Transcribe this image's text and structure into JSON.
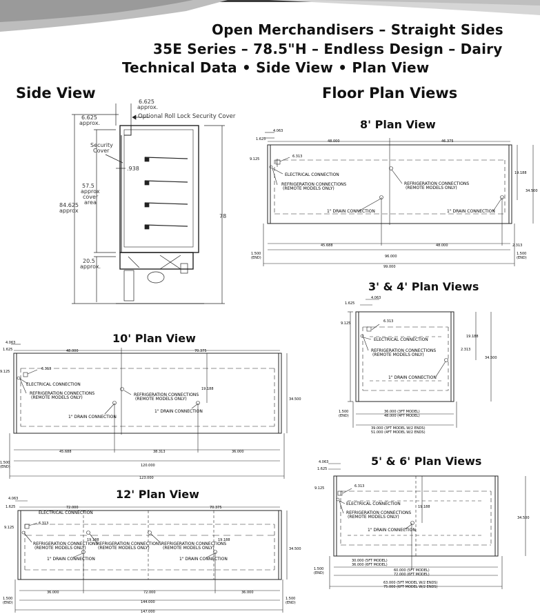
{
  "header": {
    "title_line1": "Open Merchandisers – Straight Sides",
    "title_line2": "35E Series – 78.5\"H – Endless Design – Dairy",
    "title_line3": "Technical Data • Side View • Plan View"
  },
  "sections": {
    "side_view": "Side View",
    "floor_plan_views": "Floor Plan Views",
    "plan8": "8' Plan View",
    "plan34": "3' & 4' Plan Views",
    "plan10": "10' Plan View",
    "plan12": "12' Plan View",
    "plan56": "5' & 6' Plan Views"
  },
  "side": {
    "d6625_top": "6.625",
    "approx_top": "approx.",
    "d6625_left": "6.625",
    "approx_left": "approx.",
    "cover_note": "Optional Roll Lock Security Cover",
    "security": "Security",
    "cover": "Cover",
    "d938": ".938",
    "d575": "57.5",
    "approx_a": "approx",
    "cover_a": "cover",
    "area": "area",
    "d84625": "84.625",
    "approx_b": "approx",
    "d78": "78",
    "d205": "20.5",
    "approx_c": "approx."
  },
  "labels": {
    "electrical": "ELECTRICAL CONNECTION",
    "refrig1": "REFRIGERATION CONNECTIONS",
    "refrig2": "(REMOTE MODELS ONLY)",
    "drain": "1\" DRAIN CONNECTION"
  },
  "plan8": {
    "d4063": "4.063",
    "d1625": "1.625",
    "d48": "48.000",
    "d46375": "46.375",
    "d9125": "9.125",
    "d6313": "6.313",
    "d19188": "19.188",
    "d345": "34.500",
    "d45688": "45.688",
    "d48b": "48.000",
    "d2313": "2.313",
    "d1500l": "1.500",
    "endl": "(END)",
    "d96": "96.000",
    "d1500r": "1.500",
    "endr": "(END)",
    "d99": "99.000"
  },
  "plan34": {
    "d4063": "4.063",
    "d1625": "1.625",
    "d9125": "9.125",
    "d6313": "6.313",
    "d19188": "19.188",
    "d2313": "2.313",
    "d345": "34.500",
    "d1500": "1.500",
    "end": "(END)",
    "m3": "36.000  (3FT MODEL)",
    "m4": "48.000  (4FT MODEL)",
    "e3": "39.000  (3FT MODEL W/2 ENDS)",
    "e4": "51.000  (4FT MODEL W/2 ENDS)"
  },
  "plan10": {
    "d4063": "4.063",
    "d1625": "1.625",
    "d48": "48.000",
    "d70375": "70.375",
    "d9125": "9.125",
    "d6313": "6.313",
    "d19188": "19.188",
    "d345": "34.500",
    "d45688": "45.688",
    "d38313": "38.313",
    "d36": "36.000",
    "d1500": "1.500",
    "end": "(END)",
    "d120": "120.000",
    "d123": "123.000"
  },
  "plan12": {
    "d4063": "4.063",
    "d1625": "1.625",
    "d72": "72.000",
    "d70375": "70.375",
    "d9125": "9.125",
    "d6313": "6.313",
    "d19188a": "19.188",
    "d19188b": "19.188",
    "d345": "34.500",
    "d36a": "36.000",
    "d72b": "72.000",
    "d36b": "36.000",
    "d1500l": "1.500",
    "endl": "(END)",
    "d1500r": "1.500",
    "endr": "(END)",
    "d144": "144.000",
    "d147": "147.000"
  },
  "plan56": {
    "d4063": "4.063",
    "d1625": "1.625",
    "d9125": "9.125",
    "d6313": "6.313",
    "d19188": "19.188",
    "d345": "34.500",
    "d1500": "1.500",
    "end": "(END)",
    "m5": "30.000  (5FT MODEL)",
    "m6": "36.000  (6FT MODEL)",
    "m5b": "60.000  (5FT MODEL)",
    "m6b": "72.000  (6FT MODEL)",
    "e5": "63.000  (5FT MODEL W/2 ENDS)",
    "e6": "75.000  (6FT MODEL W/2 ENDS)"
  }
}
